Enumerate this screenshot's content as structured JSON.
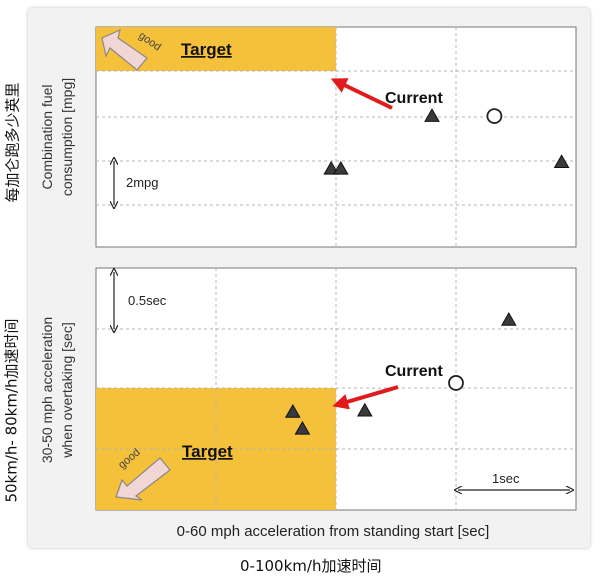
{
  "outer_labels": {
    "top_left_vertical": "每加仑跑多少英里",
    "bottom_left_vertical": "50km/h- 80km/h加速时间",
    "bottom_horizontal": "0-100km/h加速时间"
  },
  "chart_data": [
    {
      "type": "scatter",
      "ylabel_lines": [
        "Combination fuel",
        "consumption  [mpg]"
      ],
      "xlabel": "",
      "grid": true,
      "scale_annotation": "2mpg",
      "target_label": "Target",
      "good_label": "good",
      "current_label": "Current",
      "colors": {
        "target": "#f6c13a",
        "arrow": "#e11b1b",
        "marker": "#3a3a3a"
      },
      "points": [
        {
          "kind": "triangle",
          "x": 0.49,
          "y": 0.645
        },
        {
          "kind": "triangle",
          "x": 0.51,
          "y": 0.645
        },
        {
          "kind": "triangle",
          "x": 0.7,
          "y": 0.405
        },
        {
          "kind": "triangle",
          "x": 0.97,
          "y": 0.615
        },
        {
          "kind": "circle",
          "x": 0.83,
          "y": 0.405,
          "label": "Current"
        }
      ]
    },
    {
      "type": "scatter",
      "ylabel_lines": [
        "30-50 mph acceleration",
        "when overtaking  [sec]"
      ],
      "xlabel": "0-60 mph acceleration from standing start [sec]",
      "grid": true,
      "scale_annotation": "0.5sec",
      "x_scale_annotation": "1sec",
      "target_label": "Target",
      "good_label": "good",
      "current_label": "Current",
      "colors": {
        "target": "#f6c13a",
        "arrow": "#e11b1b",
        "marker": "#3a3a3a"
      },
      "points": [
        {
          "kind": "triangle",
          "x": 0.41,
          "y": 0.595
        },
        {
          "kind": "triangle",
          "x": 0.43,
          "y": 0.665
        },
        {
          "kind": "triangle",
          "x": 0.56,
          "y": 0.59
        },
        {
          "kind": "triangle",
          "x": 0.86,
          "y": 0.215
        },
        {
          "kind": "circle",
          "x": 0.75,
          "y": 0.475,
          "label": "Current"
        }
      ]
    }
  ]
}
